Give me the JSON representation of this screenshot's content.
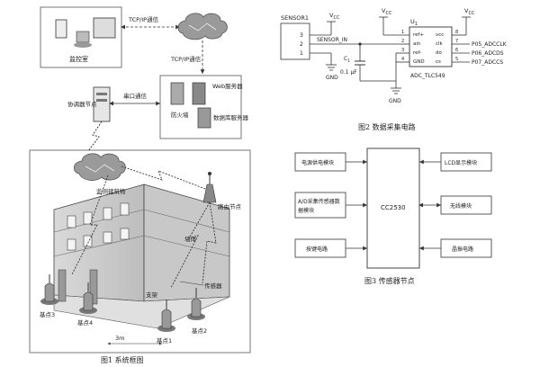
{
  "fig1": {
    "caption": "图1 系统框图",
    "monitor_label": "监控室",
    "tcpip_top": "TCP/IP通信",
    "tcpip_right": "TCP/IP通信",
    "serial_comm": "串口通信",
    "coordinator_label": "协调器节点",
    "firewall_label": "防火墙",
    "web_server_label": "Web服务器",
    "db_server_label": "数据库服务器",
    "building_label": "监测建筑物",
    "router_label": "路由节点",
    "wall_label": "墙体",
    "node1": "基点1",
    "node2": "基点2",
    "node3": "基点3",
    "node4": "基点4",
    "support_label": "支架",
    "sensor_label": "传感器",
    "distance_label": "3m"
  },
  "fig2": {
    "caption": "图2 数据采集电路",
    "sensor_title": "SENSOR1",
    "pins": [
      "3",
      "2",
      "1"
    ],
    "vcc": "V",
    "vcc_sub": "CC",
    "sensor_in": "SENSOR_IN",
    "cap_name": "C",
    "cap_sub": "1",
    "cap_value": "0.1 μF",
    "gnd": "GND",
    "chip_name": "U",
    "chip_sub": "1",
    "chip_model": "ADC_TLC549",
    "left_pins": [
      {
        "label": "ref+",
        "num": "1"
      },
      {
        "label": "ain",
        "num": "2"
      },
      {
        "label": "ref-",
        "num": "3"
      },
      {
        "label": "GND",
        "num": "4"
      }
    ],
    "right_pins": [
      {
        "label": "vcc",
        "num": "8"
      },
      {
        "label": "clk",
        "num": "7"
      },
      {
        "label": "do",
        "num": "6"
      },
      {
        "label": "cs",
        "num": "5"
      }
    ],
    "nets": [
      "P05_ADCCLK",
      "P06_ADCDS",
      "P07_ADCCS"
    ]
  },
  "fig3": {
    "caption": "图3 传感器节点",
    "center": "CC2530",
    "power": "电源供电模块",
    "ad_line1": "A/D采集传感器数",
    "ad_line2": "据模块",
    "key": "按键电路",
    "lcd": "LCD显示模块",
    "wireless": "无线模块",
    "crystal": "晶振电路"
  }
}
